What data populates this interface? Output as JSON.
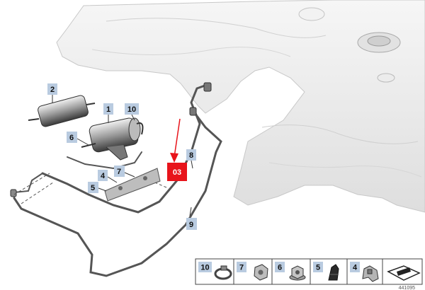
{
  "highlight": {
    "label": "03",
    "color": "#e8141b"
  },
  "callouts": [
    {
      "id": "2",
      "label": "2"
    },
    {
      "id": "1",
      "label": "1"
    },
    {
      "id": "10",
      "label": "10"
    },
    {
      "id": "6",
      "label": "6"
    },
    {
      "id": "8",
      "label": "8"
    },
    {
      "id": "4",
      "label": "4"
    },
    {
      "id": "7",
      "label": "7"
    },
    {
      "id": "5",
      "label": "5"
    },
    {
      "id": "9",
      "label": "9"
    }
  ],
  "legend": [
    {
      "label": "10",
      "icon": "hose-clamp-icon"
    },
    {
      "label": "7",
      "icon": "hex-nut-icon"
    },
    {
      "label": "6",
      "icon": "flange-nut-icon"
    },
    {
      "label": "5",
      "icon": "clip-icon"
    },
    {
      "label": "4",
      "icon": "bracket-clip-icon"
    },
    {
      "label": "",
      "icon": "arrow-icon"
    }
  ],
  "reference": "441095",
  "colors": {
    "callout_bg": "#b9cbe0",
    "tank": "#ececec",
    "line": "#555555"
  }
}
